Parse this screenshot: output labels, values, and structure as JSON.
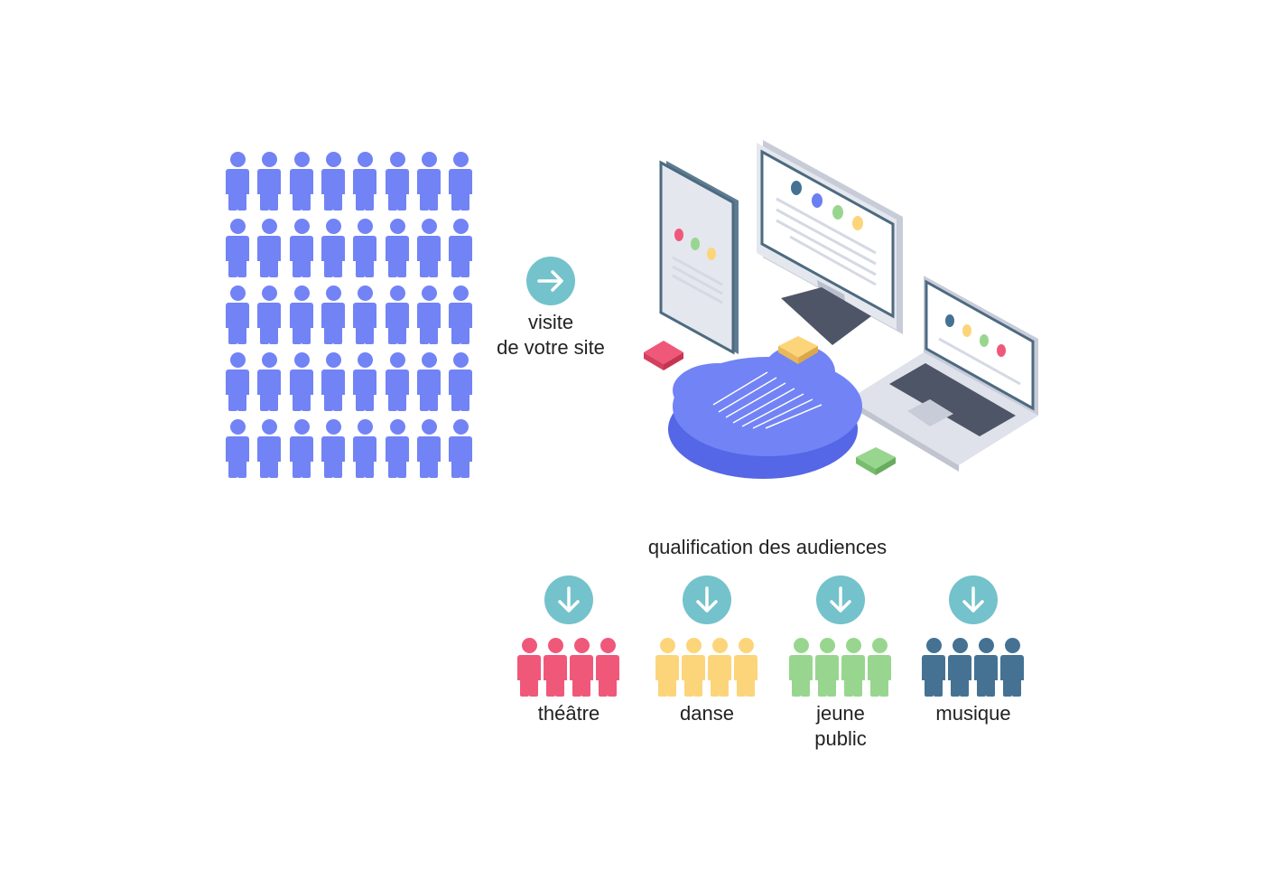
{
  "visit_label": [
    "visite",
    "de votre site"
  ],
  "qualification_title": "qualification des audiences",
  "audiences": [
    {
      "label": [
        "théâtre"
      ],
      "color": "#f0587a",
      "arrow_color": "#74c2cc"
    },
    {
      "label": [
        "danse"
      ],
      "color": "#fcd57b",
      "arrow_color": "#74c2cc"
    },
    {
      "label": [
        "jeune",
        "public"
      ],
      "color": "#98d68f",
      "arrow_color": "#74c2cc"
    },
    {
      "label": [
        "musique"
      ],
      "color": "#457293",
      "arrow_color": "#74c2cc"
    }
  ],
  "colors": {
    "crowd": "#7283f5",
    "arrow": "#74c2cc",
    "cloud": "#6b7ff2",
    "screen_frame": "#d5d9e3",
    "screen_border": "#4d6a80"
  },
  "crowd_grid": {
    "rows": 5,
    "cols": 8
  }
}
